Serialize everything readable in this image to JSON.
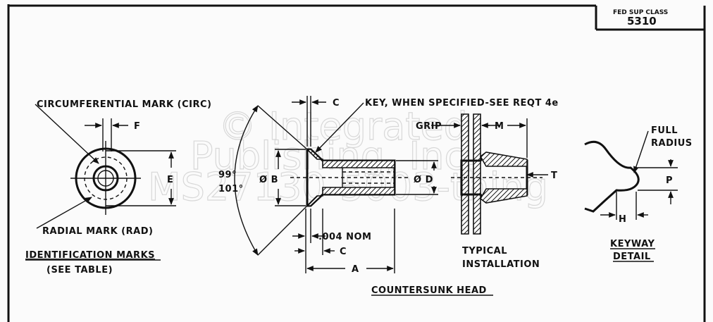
{
  "title_block": {
    "header": "FED SUP CLASS",
    "value": "5310"
  },
  "watermark": {
    "line1": "© Integrated",
    "line2": "Publishing, Inc.",
    "line3": "MS27130-5003-thing"
  },
  "identification_marks": {
    "circ_label": "CIRCUMFERENTIAL MARK (CIRC)",
    "f_label": "F",
    "e_label": "E",
    "rad_label": "RADIAL MARK (RAD)",
    "title": "IDENTIFICATION MARKS",
    "subtitle": "(SEE TABLE)"
  },
  "countersunk_head": {
    "c_top": "C",
    "key_label": "KEY, WHEN SPECIFIED-SEE REQT 4e",
    "angle_top": "99°",
    "angle_bottom": "101°",
    "dia_b": "Ø B",
    "dia_d": "Ø D",
    "nom": ".004 NOM",
    "c_bottom": "C",
    "a_label": "A",
    "title": "COUNTERSUNK HEAD"
  },
  "installation": {
    "grip": "GRIP",
    "m_label": "M",
    "t_label": "T",
    "title_line1": "TYPICAL",
    "title_line2": "INSTALLATION"
  },
  "keyway": {
    "full": "FULL",
    "radius": "RADIUS",
    "p_label": "P",
    "h_label": "H",
    "title_line1": "KEYWAY",
    "title_line2": "DETAIL"
  }
}
